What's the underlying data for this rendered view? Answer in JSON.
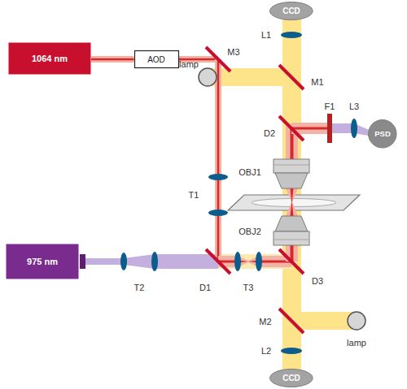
{
  "diagram": {
    "nodes": [
      {
        "text": [
          "CCD"
        ]
      },
      {
        "text": [
          "1064 nm"
        ]
      },
      {
        "text": [
          "AOD"
        ]
      },
      {
        "text": [
          "PSD"
        ]
      },
      {
        "text": [
          "975 nm"
        ]
      },
      {
        "text": [
          "CCD"
        ]
      }
    ],
    "edges": [
      {
        "from": 1,
        "to": 2,
        "arrow": "none"
      }
    ],
    "labels": [
      "L1",
      "M3",
      "lamp",
      "M1",
      "D2",
      "F1",
      "L3",
      "OBJ1",
      "T1",
      "OBJ2",
      "T2",
      "D1",
      "T3",
      "D3",
      "M2",
      "lamp",
      "L2"
    ]
  }
}
